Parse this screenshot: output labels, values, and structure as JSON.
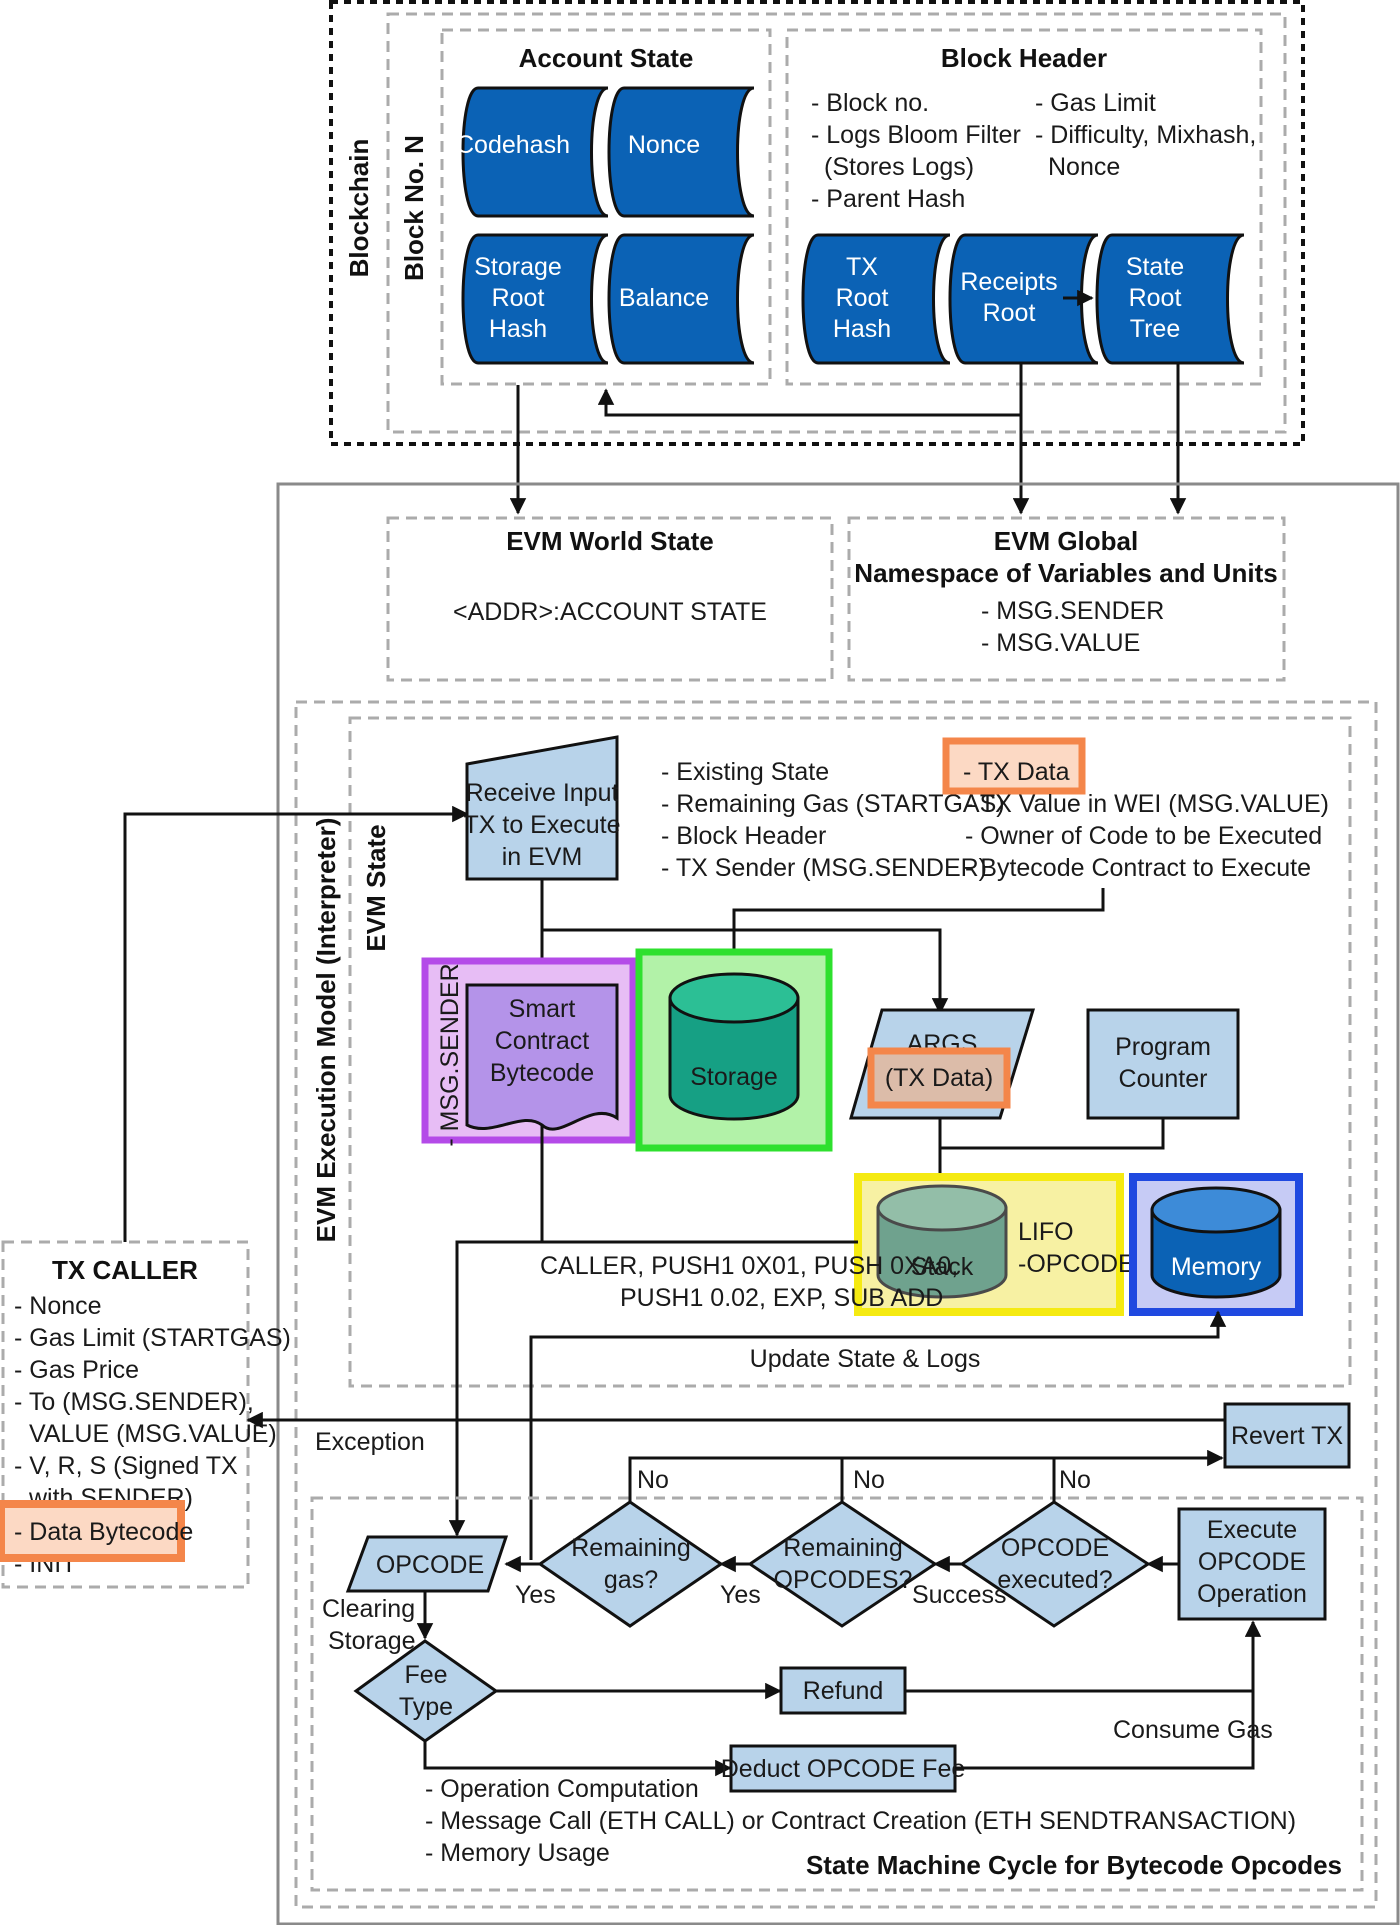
{
  "blockchain": {
    "label": "Blockchain",
    "block_label": "Block No. N",
    "account_state": {
      "title": "Account State",
      "codehash": "Codehash",
      "nonce": "Nonce",
      "storage_root_hash": [
        "Storage",
        "Root",
        "Hash"
      ],
      "balance": "Balance"
    },
    "block_header": {
      "title": "Block Header",
      "list_left": [
        "- Block no.",
        "- Logs Bloom Filter",
        "(Stores Logs)",
        "- Parent Hash"
      ],
      "list_right": [
        "- Gas Limit",
        "- Difficulty, Mixhash,",
        "Nonce"
      ],
      "tx_root_hash": [
        "TX",
        "Root",
        "Hash"
      ],
      "receipts_root": [
        "Receipts",
        "Root"
      ],
      "state_root_tree": [
        "State",
        "Root",
        "Tree"
      ]
    }
  },
  "evm_world_state": {
    "title": "EVM World State",
    "content": "<ADDR>:ACCOUNT STATE"
  },
  "evm_global": {
    "title": [
      "EVM Global",
      "Namespace of Variables and Units"
    ],
    "items": [
      "- MSG.SENDER",
      "- MSG.VALUE"
    ]
  },
  "execution_model": {
    "label": "EVM Execution Model (Interpreter)",
    "evm_state_label": "EVM State",
    "receive_input": [
      "Receive Input",
      "TX to Execute",
      "in EVM"
    ],
    "state_list_left": [
      "- Existing State",
      "- Remaining Gas (STARTGAS)",
      "- Block Header",
      "- TX Sender (MSG.SENDER)"
    ],
    "tx_data_highlight": "- TX Data",
    "state_list_right": [
      "- TX Value in WEI (MSG.VALUE)",
      "- Owner of Code to be Executed",
      "- Bytecode Contract to Execute"
    ],
    "msg_sender_vertical": "- MSG.SENDER",
    "smart_contract": [
      "Smart",
      "Contract",
      "Bytecode"
    ],
    "storage": "Storage",
    "args": "ARGS",
    "args_tx_data": "(TX Data)",
    "program_counter": [
      "Program",
      "Counter"
    ],
    "stack": "Stack",
    "lifo": [
      "LIFO",
      "-OPCODES"
    ],
    "memory": "Memory",
    "opcode_list": [
      "CALLER, PUSH1 0X01, PUSH 0XA0,",
      "PUSH1 0.02, EXP, SUB ADD"
    ],
    "update_state": "Update State & Logs"
  },
  "tx_caller": {
    "title": "TX CALLER",
    "items": [
      "- Nonce",
      "- Gas Limit (STARTGAS)",
      "- Gas Price",
      "- To (MSG.SENDER),",
      "VALUE (MSG.VALUE)",
      "- V, R, S (Signed TX",
      "with SENDER)"
    ],
    "data_bytecode": "- Data Bytecode",
    "init": "- INIT"
  },
  "state_machine": {
    "title": "State Machine Cycle for Bytecode Opcodes",
    "exception": "Exception",
    "revert_tx": "Revert TX",
    "execute_opcode": [
      "Execute",
      "OPCODE",
      "Operation"
    ],
    "opcode_executed": [
      "OPCODE",
      "executed?"
    ],
    "remaining_opcodes": [
      "Remaining",
      "OPCODES?"
    ],
    "remaining_gas": [
      "Remaining",
      "gas?"
    ],
    "opcode": "OPCODE",
    "no": "No",
    "yes": "Yes",
    "success": "Success",
    "clearing_storage": [
      "Clearing",
      "Storage"
    ],
    "fee_type": [
      "Fee",
      "Type"
    ],
    "refund": "Refund",
    "consume_gas": "Consume Gas",
    "deduct_fee": "Deduct OPCODE Fee",
    "fee_items": [
      "- Operation Computation",
      "- Message Call (ETH CALL) or Contract Creation (ETH SENDTRANSACTION)",
      "- Memory Usage"
    ]
  },
  "colors": {
    "dark_blue": "#0b62b5",
    "light_blue": "#b8d3ea",
    "teal": "#16a084",
    "purple_highlight": "#b44be8",
    "green_highlight": "#2ee02e",
    "yellow_highlight": "#f5ea12",
    "blue_highlight": "#1f49e0",
    "orange_highlight": "#f4864a"
  }
}
